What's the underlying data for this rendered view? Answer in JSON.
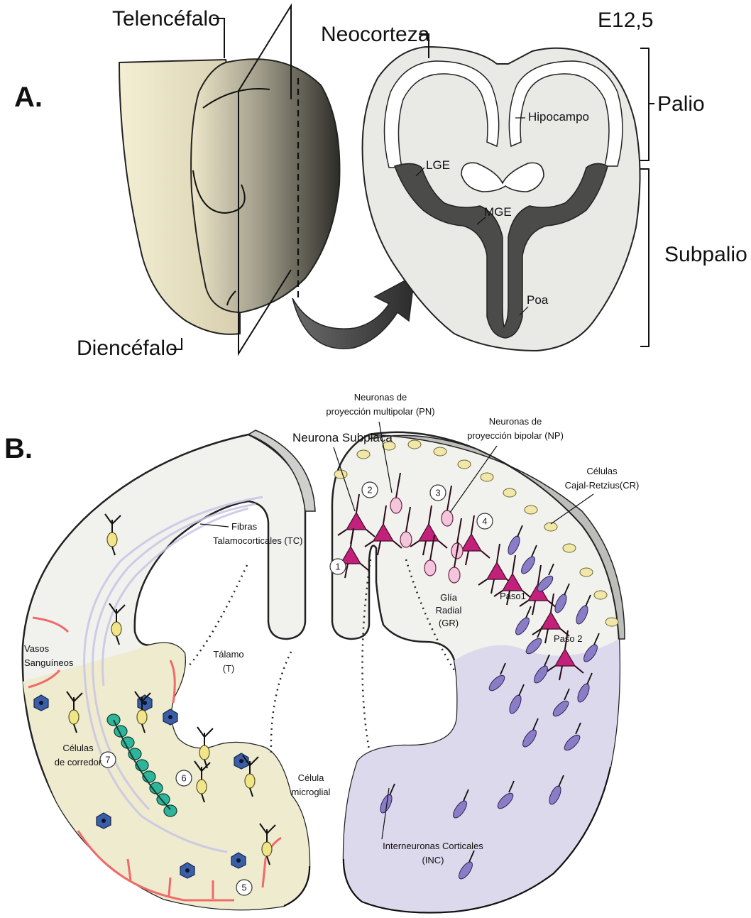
{
  "panel_a": {
    "panel_label": "A.",
    "stage": "E12,5",
    "telencefalo": "Telencéfalo",
    "diencefalo": "Diencéfalo",
    "neocorteza": "Neocorteza",
    "hipocampo": "Hipocampo",
    "lge": "LGE",
    "mge": "MGE",
    "poa": "Poa",
    "palio": "Palio",
    "subpalio": "Subpalio"
  },
  "panel_b": {
    "panel_label": "B.",
    "pn_1": "Neuronas de",
    "pn_2": "proyección multipolar (PN)",
    "np_1": "Neuronas de",
    "np_2": "proyección bipolar (NP)",
    "subplaca": "Neurona Subplaca",
    "cr_1": "Células",
    "cr_2": "Cajal-Retzius(CR)",
    "tc_1": "Fibras",
    "tc_2": "Talamocorticales (TC)",
    "gr_1": "Glía",
    "gr_2": "Radial",
    "gr_3": "(GR)",
    "paso1": "Paso1",
    "paso2": "Paso 2",
    "talamo_1": "Tálamo",
    "talamo_2": "(T)",
    "vasos_1": "Vasos",
    "vasos_2": "Sanguíneos",
    "corredor_1": "Células",
    "corredor_2": "de corredor",
    "microglia_1": "Célula",
    "microglia_2": "microglial",
    "inc_1": "Interneuronas Corticales",
    "inc_2": "(INC)",
    "step_numbers": [
      "1",
      "2",
      "3",
      "4",
      "5",
      "6",
      "7"
    ]
  },
  "colors": {
    "telencephalon_dark": "#3a3833",
    "telencephalon_light": "#f2ecd2",
    "tissue": "#e9e9e6",
    "ventricle_band": "#4a4a48",
    "left_hemisphere": "#f1f2ee",
    "thalamus_zone": "#eeebcf",
    "right_ventral": "#ddd9ec",
    "pyramidal_neuron": "#c2207a",
    "interneuron": "#8b7cc8",
    "cajal_retzius": "#f0e7a8",
    "corridor_cells": "#2fb59a",
    "microglia": "#3b5fa6",
    "blood_vessel": "#f06a6a",
    "tc_fibers": "#c9c5e4"
  }
}
